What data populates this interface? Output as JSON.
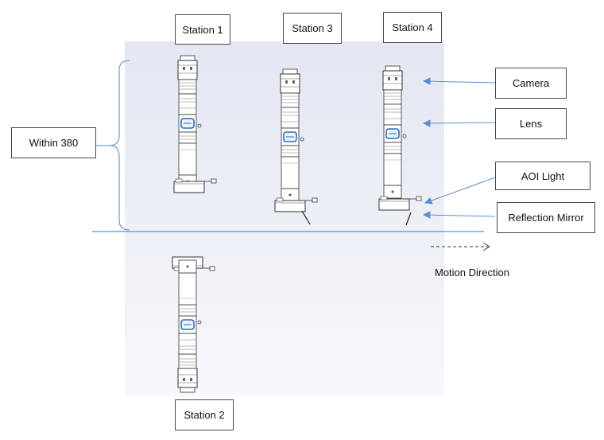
{
  "stations": {
    "s1": "Station 1",
    "s2": "Station 2",
    "s3": "Station 3",
    "s4": "Station 4"
  },
  "callouts": {
    "camera": "Camera",
    "lens": "Lens",
    "aoi_light": "AOI Light",
    "mirror": "Reflection Mirror"
  },
  "range_label": "Within 380",
  "motion_label": "Motion Direction",
  "colors": {
    "callout_line": "#5b8fd0",
    "panel": "#e6e9f3",
    "lens_ring": "#2f6fb4"
  }
}
